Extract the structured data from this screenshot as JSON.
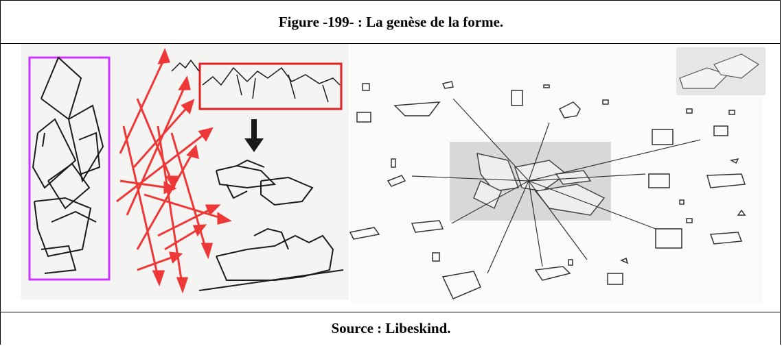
{
  "figure": {
    "title": "Figure -199- : La genèse de la forme.",
    "source": "Source : Libeskind."
  },
  "colors": {
    "frame_box": "#cc33ff",
    "mountain_box": "#e02020",
    "arrows": "#ee3838",
    "ink": "#1a1a1a",
    "model_backdrop": "#d8d8d8"
  },
  "images": {
    "left_panel": "sketch-genesis",
    "right_panel": "exploded-volumes-sketch"
  }
}
